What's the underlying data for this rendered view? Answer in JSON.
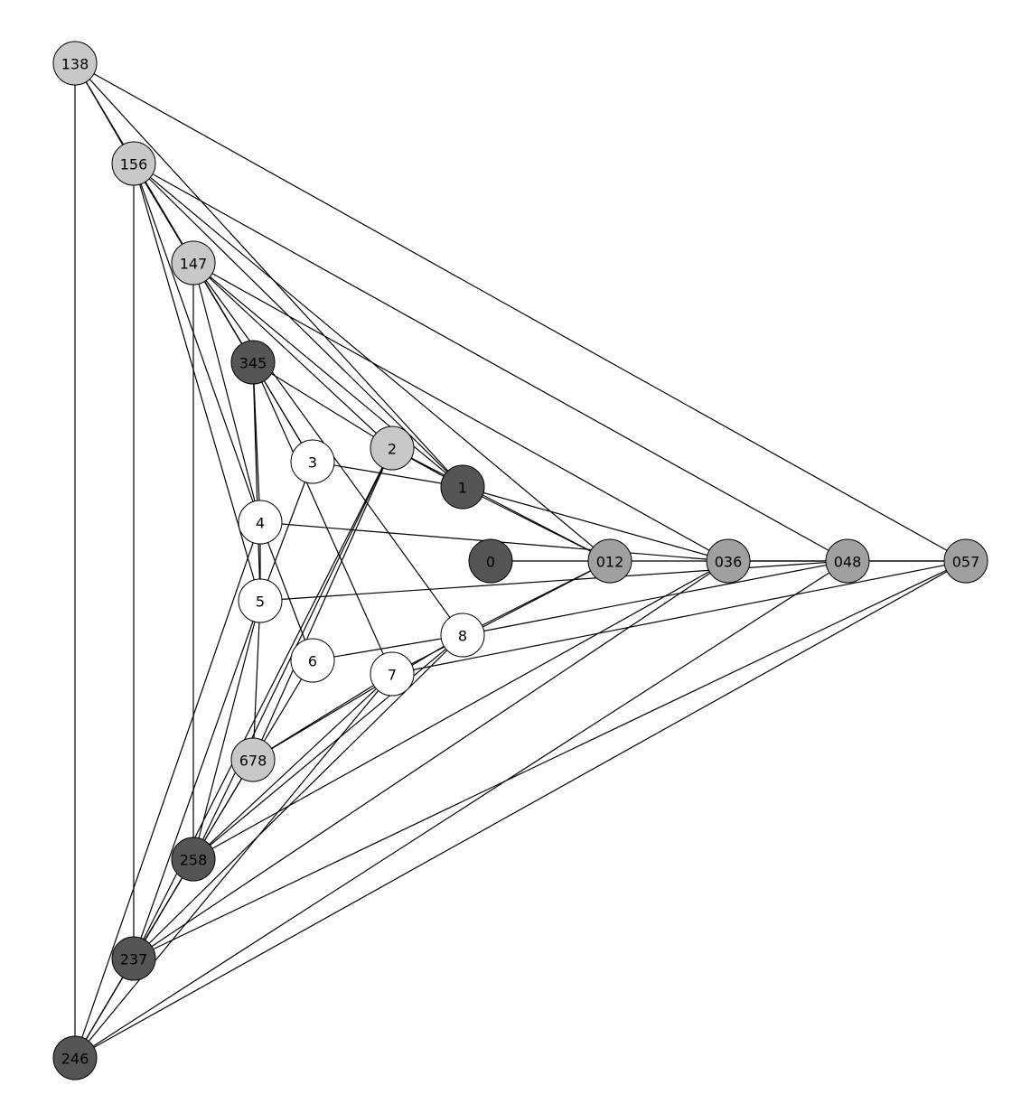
{
  "colors": {
    "white": "#ffffff",
    "light_gray": "#c8c8c8",
    "mid_gray": "#a0a0a0",
    "dark_gray": "#555555",
    "stroke": "#000000"
  },
  "nodes": [
    {
      "id": "138",
      "label": "138",
      "fill": "light_gray"
    },
    {
      "id": "156",
      "label": "156",
      "fill": "light_gray"
    },
    {
      "id": "147",
      "label": "147",
      "fill": "light_gray"
    },
    {
      "id": "345",
      "label": "345",
      "fill": "dark_gray"
    },
    {
      "id": "3",
      "label": "3",
      "fill": "white"
    },
    {
      "id": "2",
      "label": "2",
      "fill": "light_gray"
    },
    {
      "id": "1",
      "label": "1",
      "fill": "dark_gray"
    },
    {
      "id": "4",
      "label": "4",
      "fill": "white"
    },
    {
      "id": "0",
      "label": "0",
      "fill": "dark_gray"
    },
    {
      "id": "012",
      "label": "012",
      "fill": "mid_gray"
    },
    {
      "id": "036",
      "label": "036",
      "fill": "mid_gray"
    },
    {
      "id": "048",
      "label": "048",
      "fill": "mid_gray"
    },
    {
      "id": "057",
      "label": "057",
      "fill": "mid_gray"
    },
    {
      "id": "5",
      "label": "5",
      "fill": "white"
    },
    {
      "id": "8",
      "label": "8",
      "fill": "white"
    },
    {
      "id": "6",
      "label": "6",
      "fill": "white"
    },
    {
      "id": "7",
      "label": "7",
      "fill": "white"
    },
    {
      "id": "678",
      "label": "678",
      "fill": "light_gray"
    },
    {
      "id": "258",
      "label": "258",
      "fill": "dark_gray"
    },
    {
      "id": "237",
      "label": "237",
      "fill": "dark_gray"
    },
    {
      "id": "246",
      "label": "246",
      "fill": "dark_gray"
    }
  ],
  "edges": [
    [
      "138",
      "156"
    ],
    [
      "138",
      "147"
    ],
    [
      "138",
      "1"
    ],
    [
      "138",
      "057"
    ],
    [
      "138",
      "246"
    ],
    [
      "138",
      "345"
    ],
    [
      "156",
      "147"
    ],
    [
      "156",
      "1"
    ],
    [
      "156",
      "048"
    ],
    [
      "156",
      "237"
    ],
    [
      "156",
      "4"
    ],
    [
      "156",
      "5"
    ],
    [
      "156",
      "345"
    ],
    [
      "156",
      "012"
    ],
    [
      "147",
      "345"
    ],
    [
      "147",
      "1"
    ],
    [
      "147",
      "036"
    ],
    [
      "147",
      "258"
    ],
    [
      "147",
      "4"
    ],
    [
      "147",
      "3"
    ],
    [
      "147",
      "2"
    ],
    [
      "147",
      "8"
    ],
    [
      "345",
      "4"
    ],
    [
      "345",
      "5"
    ],
    [
      "345",
      "3"
    ],
    [
      "345",
      "2"
    ],
    [
      "345",
      "7"
    ],
    [
      "3",
      "1"
    ],
    [
      "3",
      "5"
    ],
    [
      "2",
      "1"
    ],
    [
      "2",
      "012"
    ],
    [
      "2",
      "258"
    ],
    [
      "2",
      "237"
    ],
    [
      "2",
      "678"
    ],
    [
      "1",
      "012"
    ],
    [
      "1",
      "036"
    ],
    [
      "4",
      "036"
    ],
    [
      "4",
      "5"
    ],
    [
      "4",
      "6"
    ],
    [
      "4",
      "246"
    ],
    [
      "0",
      "012"
    ],
    [
      "012",
      "036"
    ],
    [
      "012",
      "8"
    ],
    [
      "012",
      "7"
    ],
    [
      "036",
      "048"
    ],
    [
      "036",
      "258"
    ],
    [
      "036",
      "237"
    ],
    [
      "048",
      "057"
    ],
    [
      "048",
      "8"
    ],
    [
      "048",
      "246"
    ],
    [
      "048",
      "5"
    ],
    [
      "057",
      "7"
    ],
    [
      "057",
      "237"
    ],
    [
      "057",
      "246"
    ],
    [
      "057",
      "036"
    ],
    [
      "5",
      "237"
    ],
    [
      "5",
      "678"
    ],
    [
      "5",
      "258"
    ],
    [
      "8",
      "6"
    ],
    [
      "8",
      "258"
    ],
    [
      "8",
      "678"
    ],
    [
      "8",
      "237"
    ],
    [
      "6",
      "258"
    ],
    [
      "7",
      "678"
    ],
    [
      "7",
      "258"
    ],
    [
      "7",
      "246"
    ],
    [
      "678",
      "237"
    ],
    [
      "258",
      "237"
    ],
    [
      "258",
      "246"
    ],
    [
      "237",
      "246"
    ]
  ]
}
